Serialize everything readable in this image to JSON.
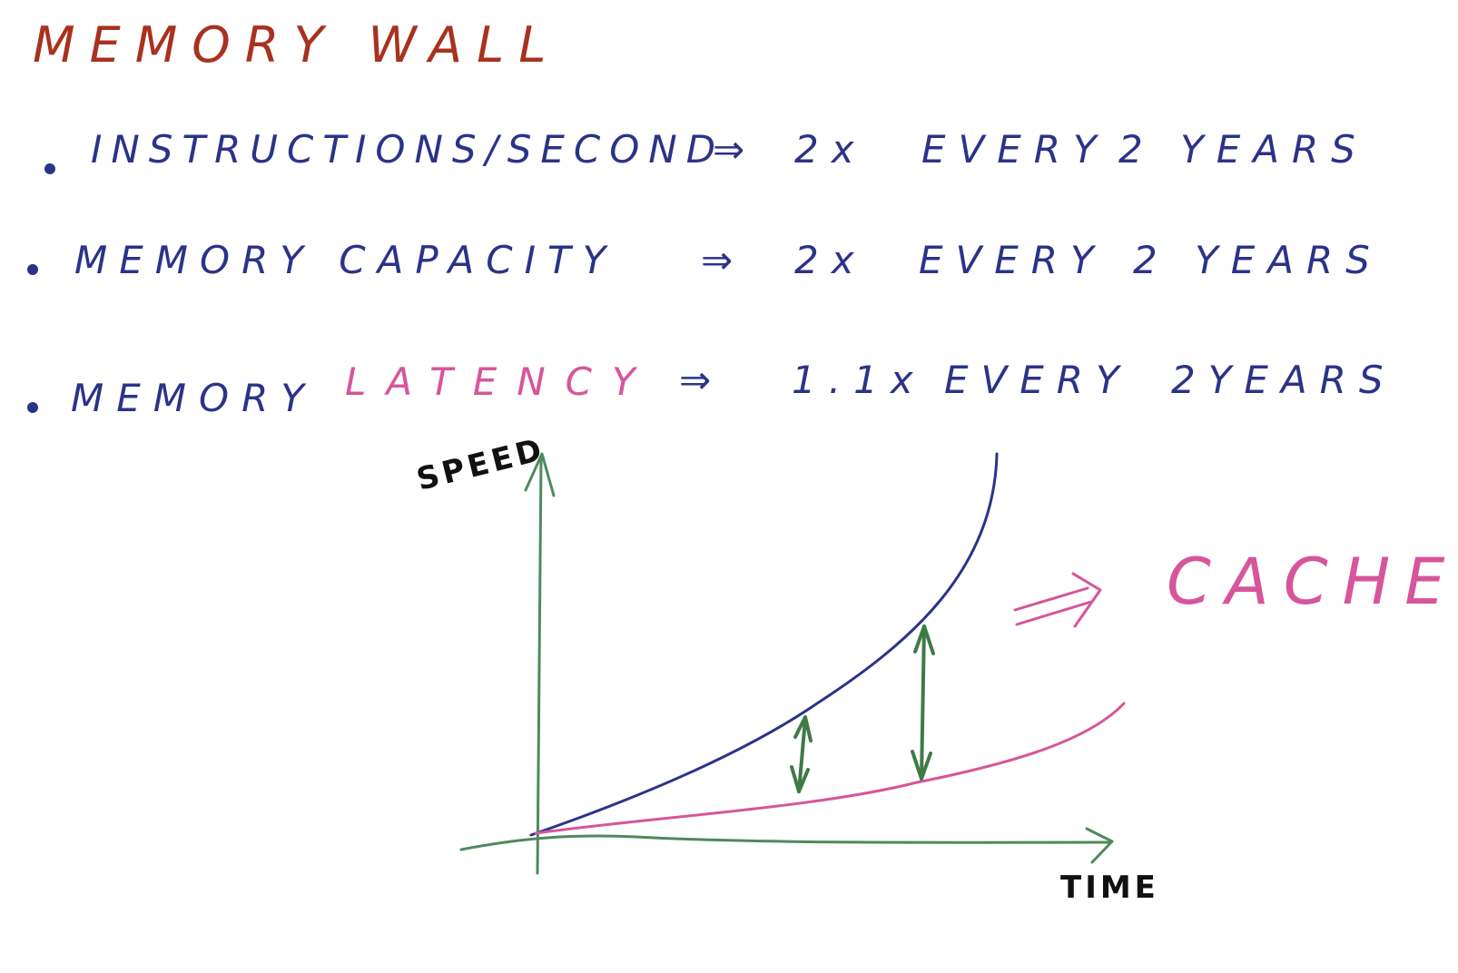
{
  "title": {
    "text": "MEMORY WALL",
    "color": "#a8321e"
  },
  "bullets": [
    {
      "label": "INSTRUCTIONS/SECOND",
      "label_color": "#2b3388",
      "arrow": "⇒",
      "rate": "2x",
      "every": "EVERY",
      "period": "2 YEARS",
      "text_color": "#2b3388"
    },
    {
      "label": "MEMORY CAPACITY",
      "label_color": "#2b3388",
      "arrow": "⇒",
      "rate": "2x",
      "every": "EVERY",
      "period": "2 YEARS",
      "text_color": "#2b3388"
    },
    {
      "label_prefix": "MEMORY",
      "label_highlight": "LATENCY",
      "label_color": "#2b3388",
      "highlight_color": "#d7559a",
      "arrow": "⇒",
      "rate": "1.1x",
      "every": "EVERY",
      "period": "2YEARS",
      "text_color": "#2b3388"
    }
  ],
  "graph": {
    "y_axis_label": "SPEED",
    "x_axis_label": "TIME",
    "axis_color": "#4e8a5c",
    "label_color": "#111111",
    "curves": [
      {
        "name": "instructions-per-second-curve",
        "color": "#2b3388"
      },
      {
        "name": "memory-latency-curve",
        "color": "#d7559a"
      }
    ],
    "gap_arrow_color": "#3e7a46",
    "callout": {
      "arrow": "⇒",
      "text": "CACHES",
      "color": "#d7559a"
    }
  }
}
